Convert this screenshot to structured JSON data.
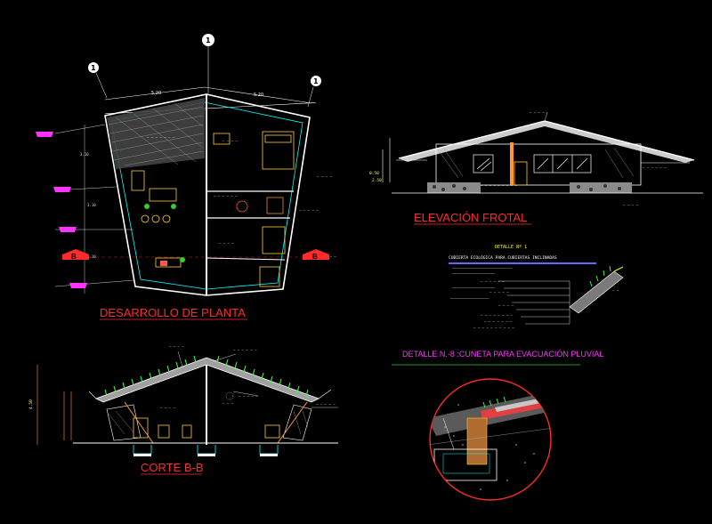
{
  "drawing": {
    "background": "#000000",
    "accent_red": "#ff2a2a",
    "accent_magenta": "#ff33ff",
    "accent_cyan": "#00ffff",
    "accent_yellow": "#ffff00",
    "accent_green": "#33ff33"
  },
  "titles": {
    "plan": "DESARROLLO DE PLANTA",
    "elevation": "ELEVACIÓN FROTAL",
    "section": "CORTE B-B",
    "detail": "DETALLE N.-8 :CUNETA PARA EVACUACIÓN PLUVIAL"
  },
  "axis_markers": {
    "top": "1",
    "left": "1",
    "right": "1"
  },
  "section_markers": {
    "left": "B",
    "right": "B"
  },
  "detail_box": {
    "header": "DETALLE Nº 1",
    "subheader": "CUBIERTA ECOLÓGICA PARA CUBIERTAS INCLINADAS"
  },
  "dimensions": {
    "elev_height_top": "0.50",
    "elev_height_bottom": "2.50",
    "plan_left": "3.10",
    "section_height": "4.50"
  },
  "icons": [
    "grid-axis-bubble-icon",
    "section-cut-arrow-icon",
    "north-arrow-icon"
  ]
}
